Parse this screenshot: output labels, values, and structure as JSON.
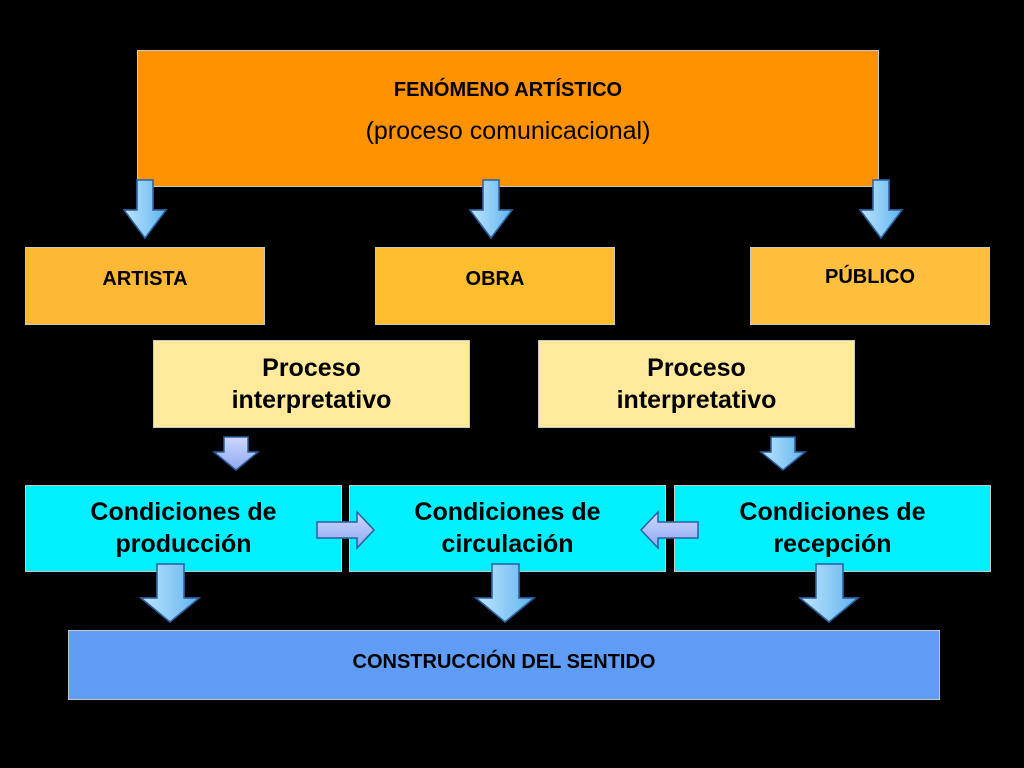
{
  "top": {
    "title": "FENÓMENO ARTÍSTICO",
    "subtitle": "(proceso comunicacional)"
  },
  "roles": {
    "artista": "ARTISTA",
    "obra": "OBRA",
    "publico": "PÚBLICO"
  },
  "processes": [
    {
      "line1": "Proceso",
      "line2": "interpretativo"
    },
    {
      "line1": "Proceso",
      "line2": "interpretativo"
    }
  ],
  "conditions": [
    {
      "line1": "Condiciones de",
      "line2": "producción"
    },
    {
      "line1": "Condiciones de",
      "line2": "circulación"
    },
    {
      "line1": "Condiciones de",
      "line2": "recepción"
    }
  ],
  "result": "CONSTRUCCIÓN DEL SENTIDO",
  "colors": {
    "top": "#ff9200",
    "roles": "#ffb833",
    "process": "#ffea9c",
    "conditions": "#00f0ff",
    "result": "#5f9cf6",
    "arrow": "#7fc8f5"
  }
}
